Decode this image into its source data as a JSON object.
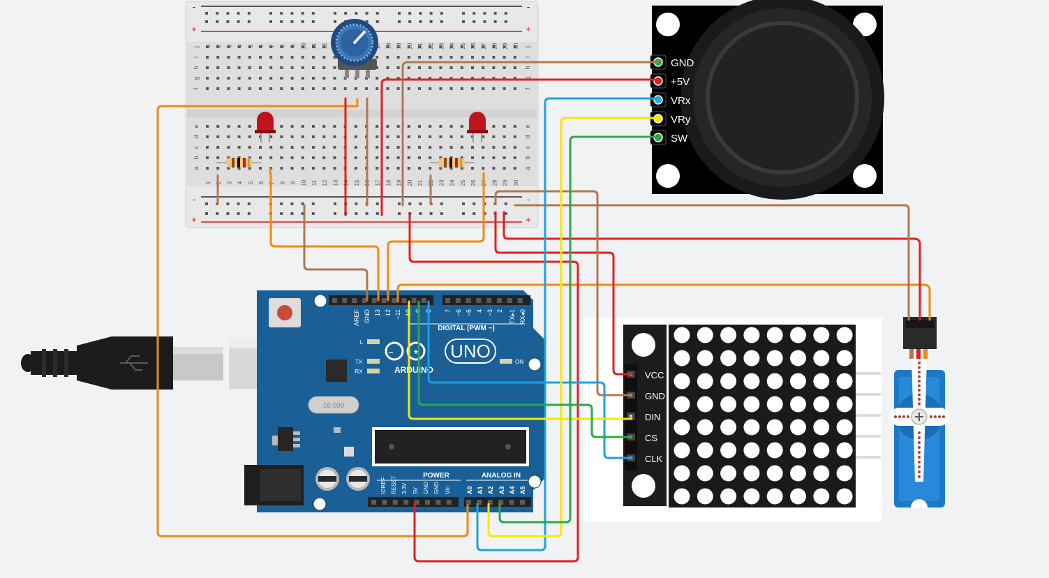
{
  "breadboard": {
    "rail_minus": "-",
    "rail_plus": "+",
    "row_letters_top": [
      "j",
      "i",
      "h",
      "g",
      "f"
    ],
    "row_letters_bottom": [
      "e",
      "d",
      "c",
      "b",
      "a"
    ],
    "column_numbers": [
      "1",
      "2",
      "3",
      "4",
      "5",
      "6",
      "7",
      "8",
      "9",
      "10",
      "11",
      "12",
      "13",
      "14",
      "15",
      "16",
      "17",
      "18",
      "19",
      "20",
      "21",
      "22",
      "23",
      "24",
      "25",
      "26",
      "27",
      "28",
      "29",
      "30"
    ]
  },
  "joystick": {
    "pins": [
      "GND",
      "+5V",
      "VRx",
      "VRy",
      "SW"
    ],
    "pin_colors": [
      "#2eaa3c",
      "#e02020",
      "#27a8e0",
      "#f2e400",
      "#2eaa3c"
    ]
  },
  "matrix": {
    "pins": [
      "VCC",
      "GND",
      "DIN",
      "CS",
      "CLK"
    ],
    "rows": 8,
    "cols": 8
  },
  "arduino": {
    "aref": "AREF",
    "gnd": "GND",
    "digital_pins": [
      "13",
      "12",
      "~11",
      "~10",
      "~9",
      "8",
      "7",
      "~6",
      "~5",
      "4",
      "~3",
      "2",
      "TX▸1",
      "RX◂0"
    ],
    "digital_label": "DIGITAL (PWM ~)",
    "brand": "ARDUINO",
    "model": "UNO",
    "led_l": "L",
    "led_tx": "TX",
    "led_rx": "RX",
    "led_on": "ON",
    "crystal": "16.000",
    "power_label": "POWER",
    "power_pins": [
      "IOREF",
      "RESET",
      "3.3V",
      "5V",
      "GND",
      "GND",
      "Vin"
    ],
    "analog_label": "ANALOG IN",
    "analog_pins": [
      "A0",
      "A1",
      "A2",
      "A3",
      "A4",
      "A5"
    ]
  },
  "wire_colors": {
    "orange": "#f08a0c",
    "red": "#e02020",
    "brown": "#b07850",
    "blue": "#1ea0e0",
    "yellow": "#f5ea00",
    "green": "#2aa84a"
  }
}
